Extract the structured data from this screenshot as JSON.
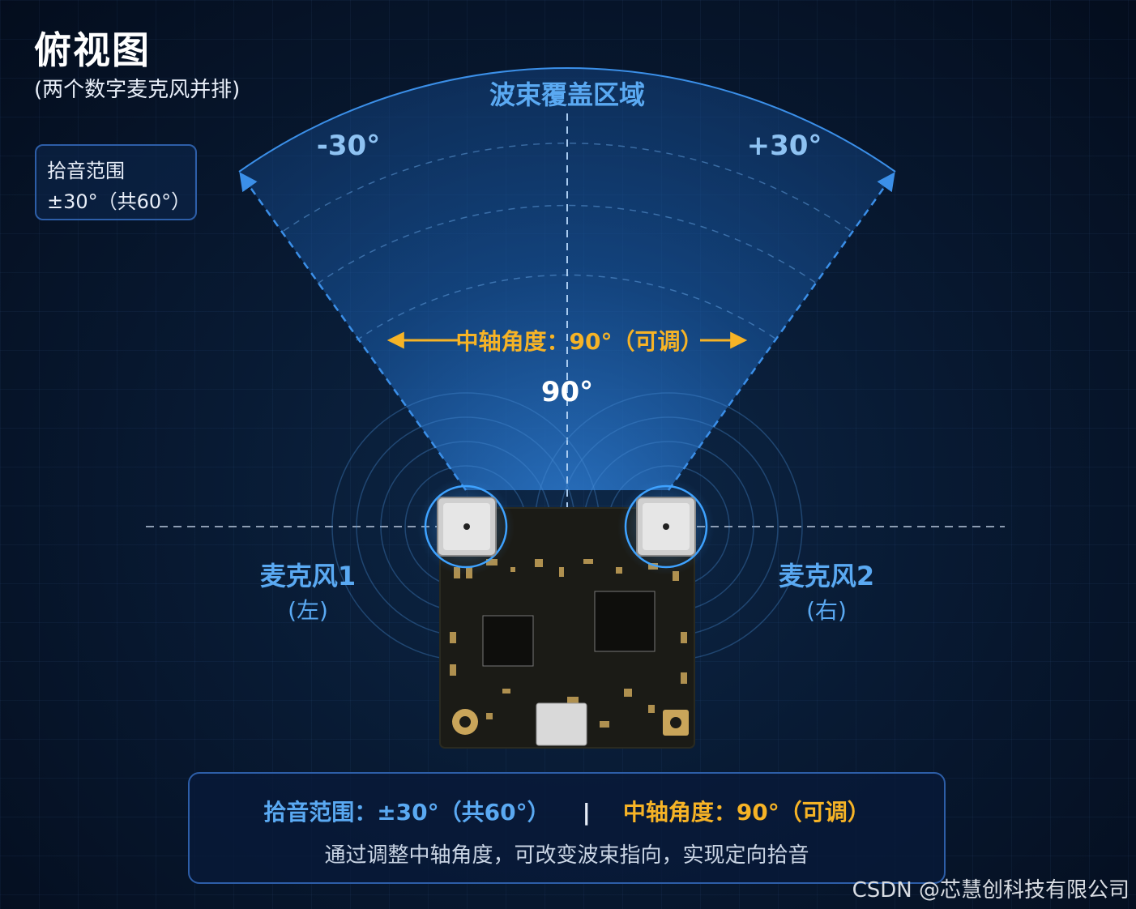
{
  "header": {
    "title": "俯视图",
    "subtitle": "(两个数字麦克风并排)"
  },
  "range_box": {
    "line1": "拾音范围",
    "line2": "±30°（共60°）"
  },
  "diagram": {
    "beam_title": "波束覆盖区域",
    "left_angle": "-30°",
    "right_angle": "+30°",
    "axis_label": "中轴角度：90°（可调）",
    "center_angle": "90°",
    "mic1_name": "麦克风1",
    "mic1_side": "(左)",
    "mic2_name": "麦克风2",
    "mic2_side": "(右)"
  },
  "info": {
    "left": "拾音范围：±30°（共60°）",
    "separator": "|",
    "right": "中轴角度：90°（可调）",
    "description": "通过调整中轴角度，可改变波束指向，实现定向拾音"
  },
  "watermark": "CSDN @芯慧创科技有限公司",
  "colors": {
    "accent_blue": "#5aa9f2",
    "accent_orange": "#f6b326",
    "background": "#081a33"
  }
}
